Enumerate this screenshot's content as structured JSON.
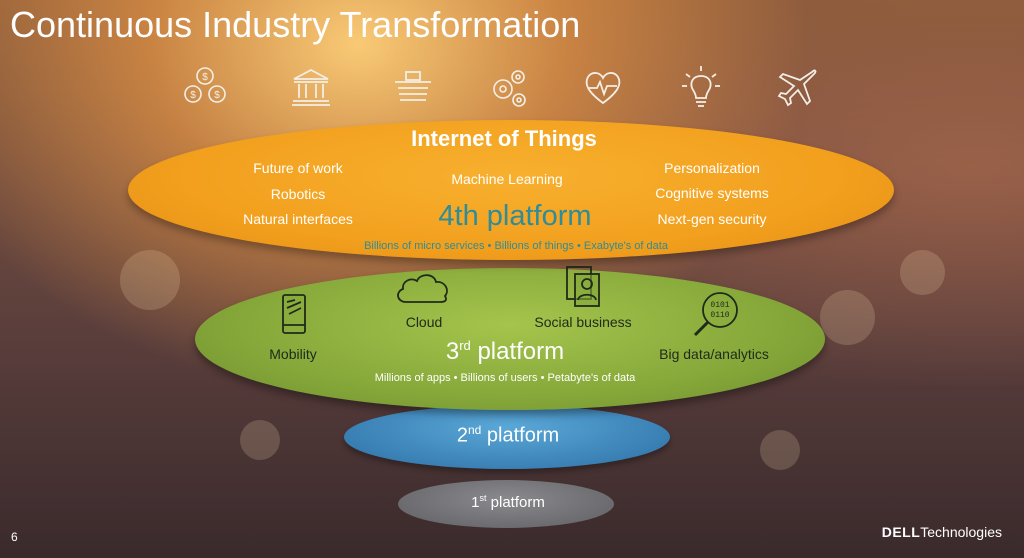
{
  "title": "Continuous Industry Transformation",
  "top_icons": [
    "money-icon",
    "bank-icon",
    "basket-icon",
    "gears-icon",
    "heart-pulse-icon",
    "lightbulb-icon",
    "airplane-icon"
  ],
  "platform4": {
    "header": "Internet of Things",
    "left": [
      "Future of work",
      "Robotics",
      "Natural interfaces"
    ],
    "center_top": "Machine Learning",
    "right": [
      "Personalization",
      "Cognitive systems",
      "Next-gen security"
    ],
    "name": "4th platform",
    "footer": "Billions of micro services • Billions of things • Exabyte's of data"
  },
  "platform3": {
    "mobility": "Mobility",
    "cloud": "Cloud",
    "social": "Social business",
    "bigdata": "Big data/analytics",
    "name_num": "3",
    "name_sup": "rd",
    "name_rest": " platform",
    "footer": "Millions of apps • Billions of users • Petabyte's of data"
  },
  "platform2": {
    "num": "2",
    "sup": "nd",
    "rest": " platform"
  },
  "platform1": {
    "num": "1",
    "sup": "st",
    "rest": " platform"
  },
  "page_number": "6",
  "brand": {
    "bold": "DELL",
    "rest": "Technologies"
  },
  "colors": {
    "orange": "#f2a01e",
    "green": "#86a83a",
    "blue": "#3f8cc0",
    "gray": "#6c6c70",
    "teal_text": "#2f8c98"
  }
}
